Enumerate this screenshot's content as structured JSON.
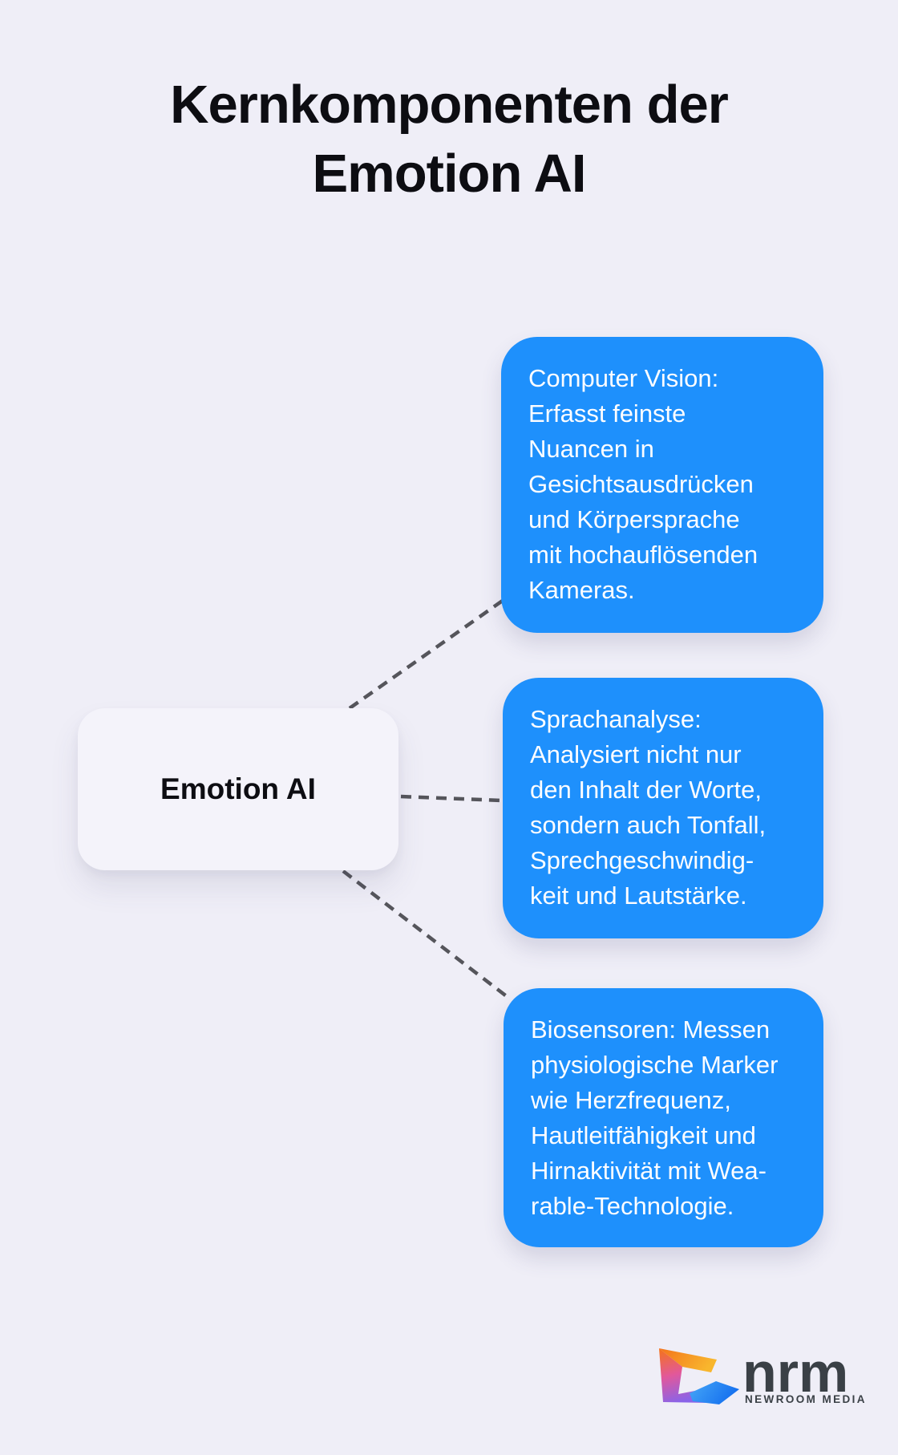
{
  "page": {
    "background_color": "#EFEEF7",
    "accent_blue": "#1E90FC",
    "connector_color": "#55555B",
    "text_dark": "#0D0D12"
  },
  "title": {
    "text": "Kernkomponenten der\nEmotion AI"
  },
  "diagram": {
    "center_node": {
      "label": "Emotion AI",
      "background": "#F4F3FA"
    },
    "nodes": [
      {
        "id": "computer-vision",
        "text": "Computer Vision:\nErfasst feinste\nNuancen in\nGesichtsausdrücken\nund Körpersprache\nmit hochauflösenden\nKameras."
      },
      {
        "id": "sprachanalyse",
        "text": "Sprachanalyse:\nAnalysiert nicht nur\nden Inhalt der Worte,\nsondern auch Tonfall,\nSprechgeschwindig-\nkeit und Lautstärke."
      },
      {
        "id": "biosensoren",
        "text": "Biosensoren: Messen\nphysiologische Marker\nwie Herzfrequenz,\nHautleitfähigkeit und\nHirnaktivität mit Wea-\nrable-Technologie."
      }
    ],
    "connector_style": "dashed"
  },
  "footer": {
    "logo_text": "nrm",
    "logo_subtext": "NEWROOM MEDIA"
  }
}
